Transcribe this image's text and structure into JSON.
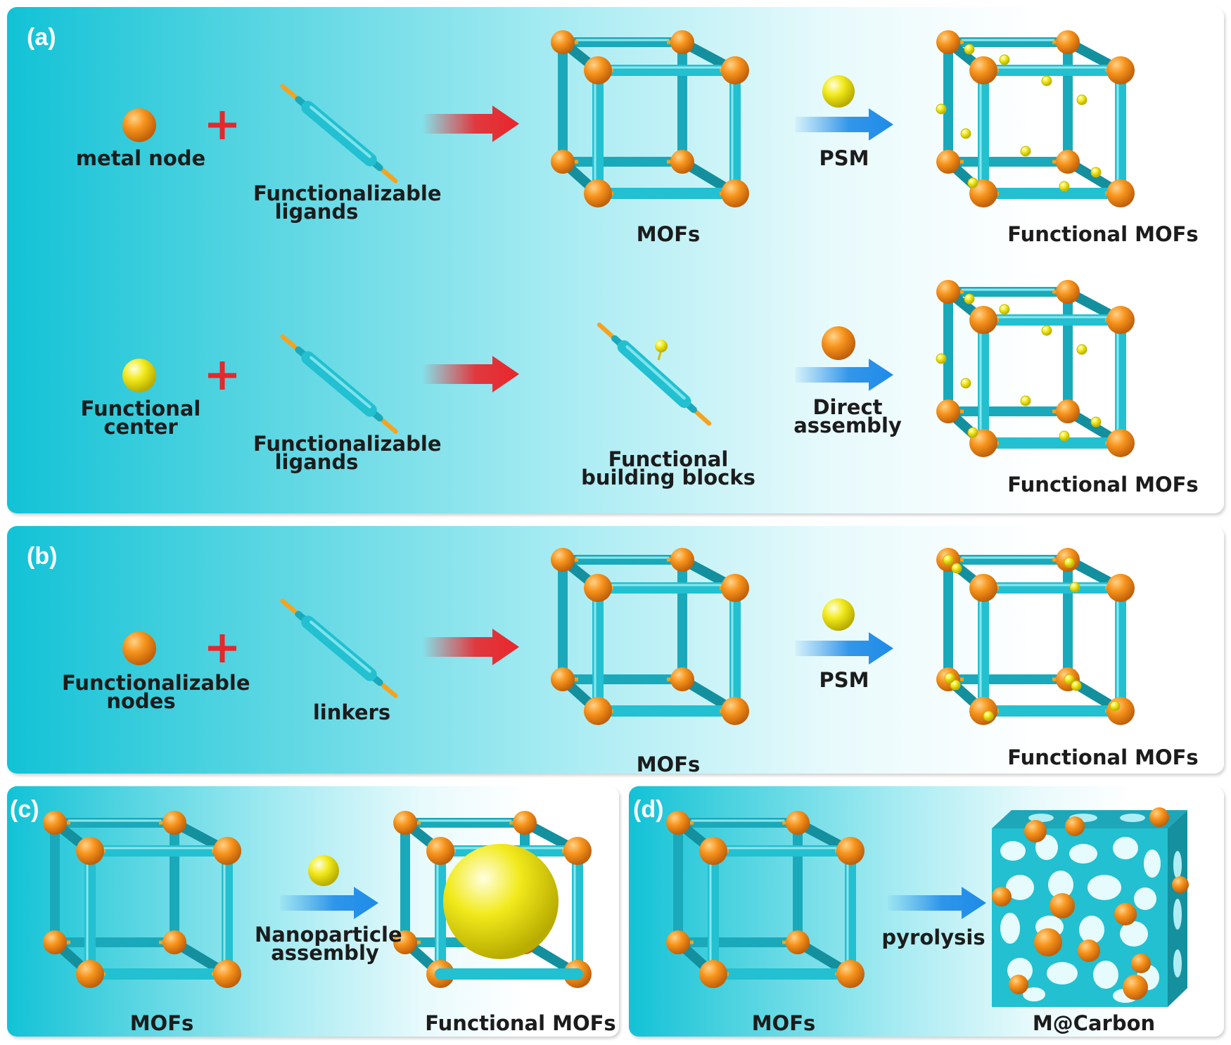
{
  "panels": {
    "a": {
      "label": "(a)",
      "row1": {
        "node_label": "metal node",
        "ligand_label": "Functionalizable ligands",
        "mof_label": "MOFs",
        "arrow_label": "PSM",
        "product_label": "Functional MOFs"
      },
      "row2": {
        "center_label": "Functional center",
        "ligand_label": "Functionalizable ligands",
        "block_label": "Functional building blocks",
        "arrow_label": "Direct assembly",
        "product_label": "Functional MOFs"
      }
    },
    "b": {
      "label": "(b)",
      "node_label": "Functionalizable nodes",
      "linker_label": "linkers",
      "mof_label": "MOFs",
      "arrow_label": "PSM",
      "product_label": "Functional MOFs"
    },
    "c": {
      "label": "(c)",
      "mof_label": "MOFs",
      "arrow_label": "Nanoparticle assembly",
      "product_label": "Functional MOFs"
    },
    "d": {
      "label": "(d)",
      "mof_label": "MOFs",
      "arrow_label": "pyrolysis",
      "product_label": "M@Carbon"
    }
  },
  "colors": {
    "metal_node": "#f7941d",
    "functional_center": "#f2ea1c",
    "ligand": "#22b8c8",
    "reaction_arrow": "#e8262b",
    "process_arrow": "#1e8be8",
    "plus": "#e8262b"
  }
}
